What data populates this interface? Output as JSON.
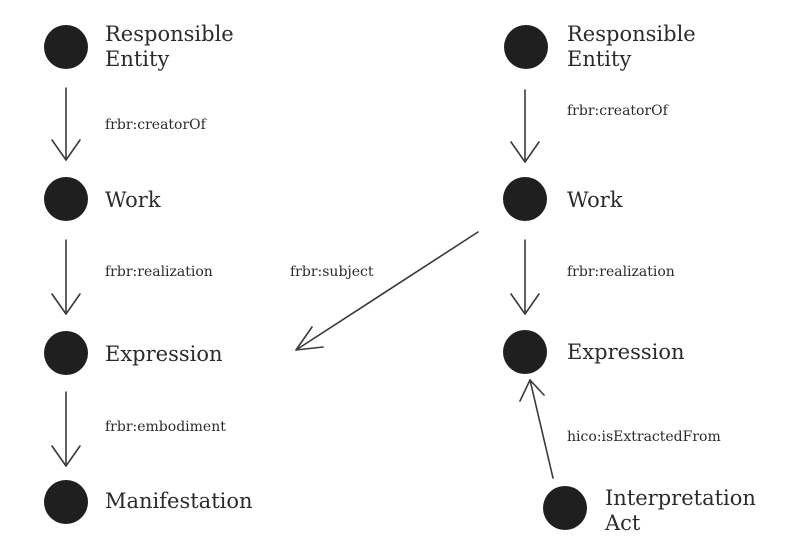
{
  "left_chain": {
    "nodes": [
      {
        "label": "Responsible\nEntity"
      },
      {
        "label": "Work"
      },
      {
        "label": "Expression"
      },
      {
        "label": "Manifestation"
      }
    ],
    "edges": [
      {
        "label": "frbr:creatorOf"
      },
      {
        "label": "frbr:realization"
      },
      {
        "label": "frbr:embodiment"
      }
    ]
  },
  "right_chain": {
    "nodes": [
      {
        "label": "Responsible\nEntity"
      },
      {
        "label": "Work"
      },
      {
        "label": "Expression"
      },
      {
        "label": "Interpretation\nAct"
      }
    ],
    "edges": [
      {
        "label": "frbr:creatorOf"
      },
      {
        "label": "frbr:realization"
      },
      {
        "label": "hico:isExtractedFrom"
      }
    ]
  },
  "cross_edge": {
    "label": "frbr:subject"
  }
}
